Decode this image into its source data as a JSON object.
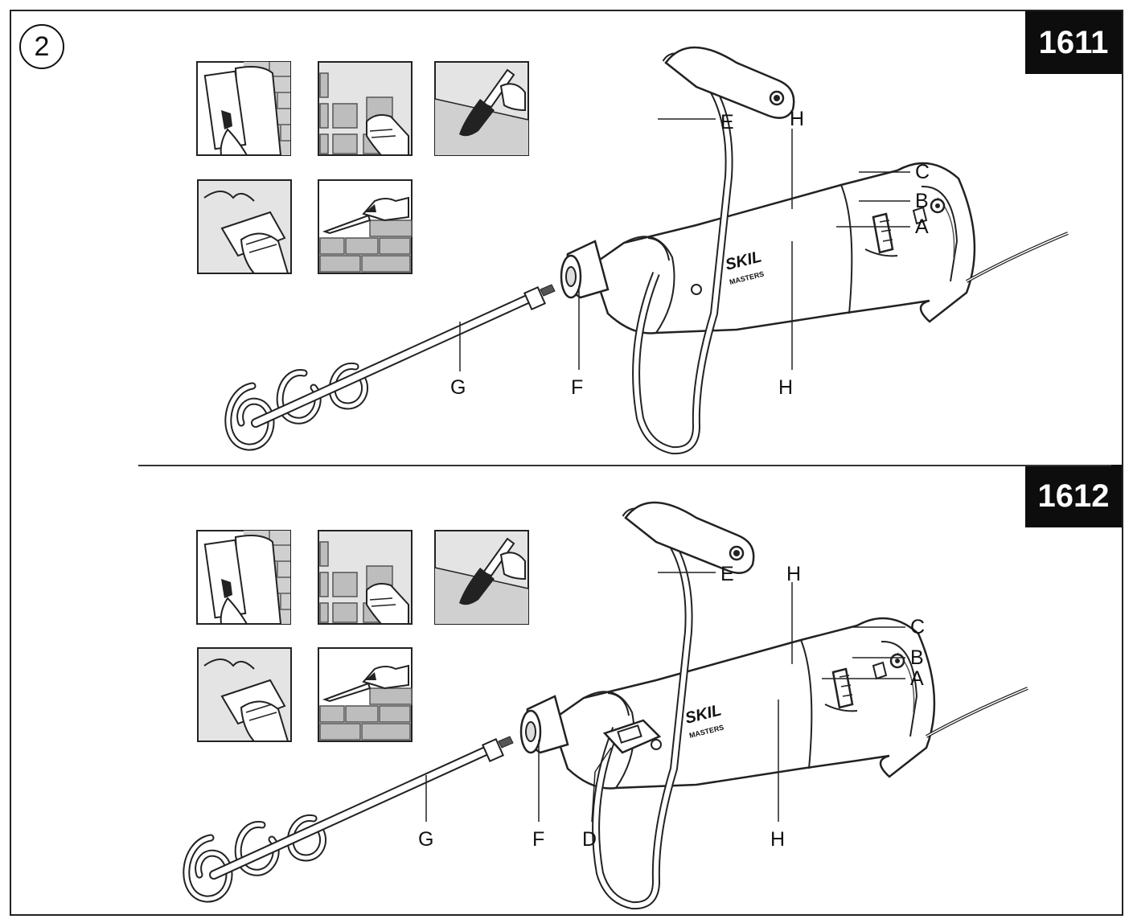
{
  "figure_number": "2",
  "panels": [
    {
      "model": "1611",
      "labels": {
        "A": "A",
        "B": "B",
        "C": "C",
        "E": "E",
        "F": "F",
        "G": "G",
        "H_top": "H",
        "H_bottom": "H"
      }
    },
    {
      "model": "1612",
      "labels": {
        "A": "A",
        "B": "B",
        "C": "C",
        "D": "D",
        "E": "E",
        "F": "F",
        "G": "G",
        "H_top": "H",
        "H_bottom": "H"
      }
    }
  ],
  "brand": {
    "logo_text": "SKIL",
    "sub_text": "MASTERS"
  },
  "icons": [
    "wall-plaster-icon",
    "tile-setting-icon",
    "painting-icon",
    "grout-wiping-icon",
    "bricklaying-icon"
  ],
  "colors": {
    "line": "#222222",
    "tile_gray": "#bdbdbd",
    "panel_bg": "#e2e2e2",
    "tab_bg": "#0d0d0d"
  }
}
